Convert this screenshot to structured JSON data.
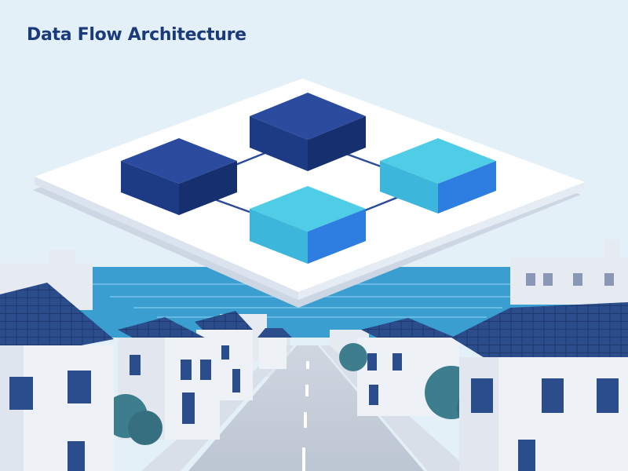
{
  "title": "Data Flow Architecture",
  "colors": {
    "sky": "#e4f0f8",
    "title_text": "#1b3a7a",
    "platform": "#ffffff",
    "block_dark_top": "#2b4c9e",
    "block_dark_side": "#1d3a85",
    "block_light_top": "#4fcde6",
    "block_light_side": "#2d7ee0",
    "connector": "#2d4c9a",
    "sea": "#3a9fd0",
    "roof": "#2c4d8c",
    "wall": "#eef1f6",
    "tree": "#3e7d8e"
  },
  "icons": [
    "data-block",
    "connector-line",
    "house",
    "tree"
  ]
}
